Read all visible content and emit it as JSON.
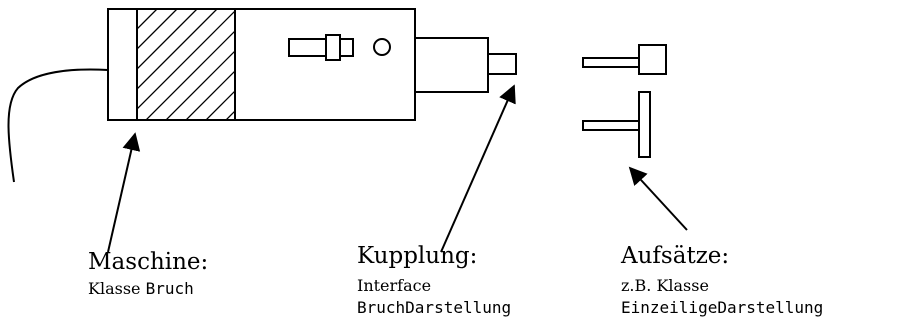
{
  "labels": {
    "machine": {
      "heading": "Maschine:",
      "desc_prefix": "Klasse ",
      "desc_class": "Bruch"
    },
    "coupling": {
      "heading": "Kupplung:",
      "line1": "Interface",
      "line2": "BruchDarstellung"
    },
    "attachments": {
      "heading": "Aufsätze:",
      "line1": "z.B. Klasse",
      "line2": "EinzeiligeDarstellung"
    }
  }
}
